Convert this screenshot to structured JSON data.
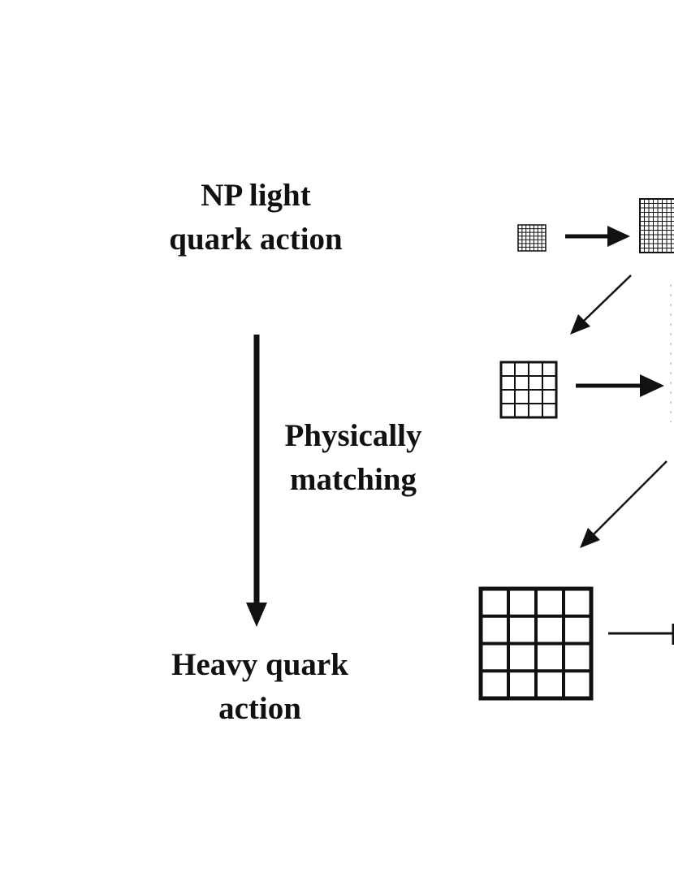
{
  "labels": {
    "np_light": [
      "NP light",
      "quark action"
    ],
    "physically_matching": [
      "Physically",
      "matching"
    ],
    "heavy_quark": [
      "Heavy quark",
      "action"
    ]
  },
  "grids": [
    {
      "name": "grid-fine",
      "divisions": 7
    },
    {
      "name": "grid-very-fine",
      "divisions": 8
    },
    {
      "name": "grid-medium",
      "divisions": 4
    },
    {
      "name": "grid-coarse",
      "divisions": 4
    }
  ],
  "colors": {
    "ink": "#111111",
    "background": "#ffffff"
  }
}
